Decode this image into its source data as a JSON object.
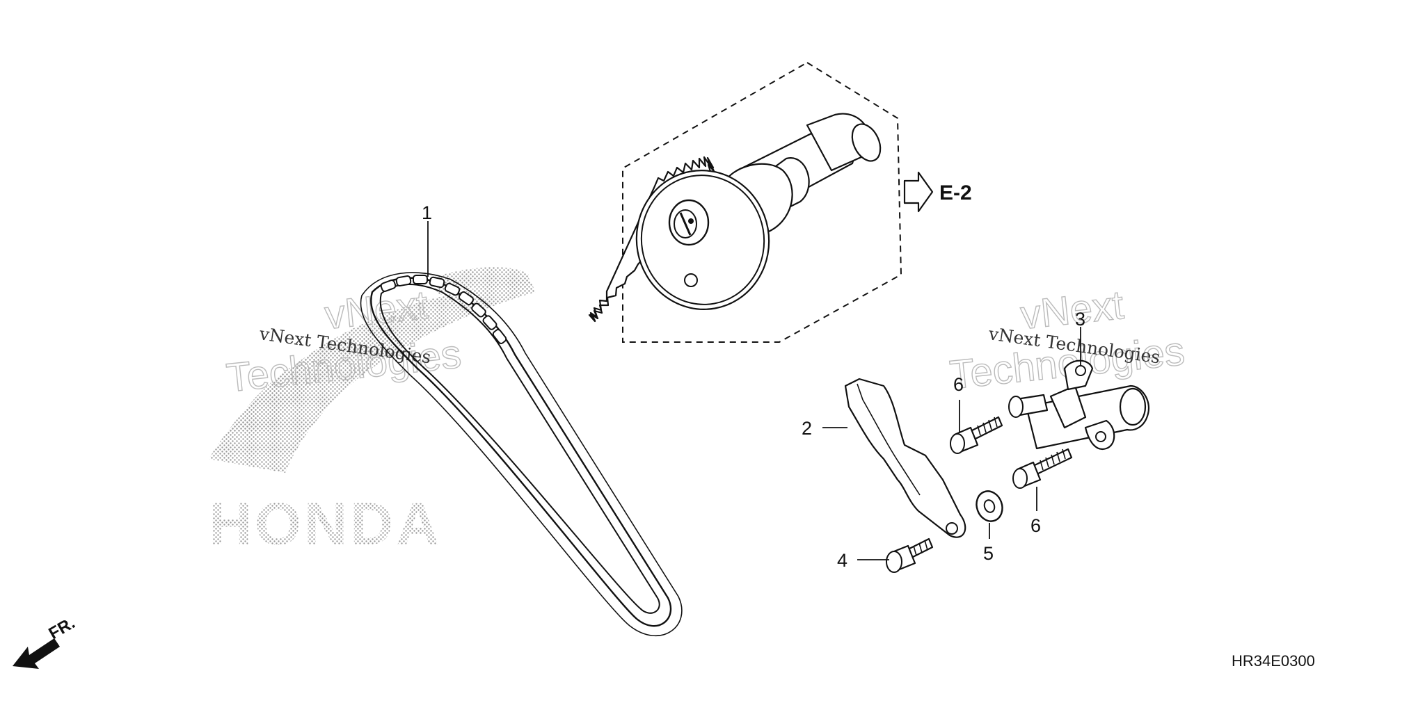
{
  "callouts": {
    "c1": "1",
    "c2": "2",
    "c3": "3",
    "c4": "4",
    "c5": "5",
    "c6a": "6",
    "c6b": "6"
  },
  "reference": {
    "label": "E-2"
  },
  "direction": {
    "label": "FR."
  },
  "diagram_code": "HR34E0300",
  "watermarks": {
    "left_small": "vNext Technologies",
    "left_big_1": "vNext",
    "left_big_2": "Technologies",
    "right_small": "vNext Technologies",
    "right_big_1": "vNext",
    "right_big_2": "Technologies",
    "logo_text": "HONDA"
  },
  "colors": {
    "line": "#111111",
    "background": "#ffffff",
    "watermark_dots": "#9a9a9a"
  }
}
